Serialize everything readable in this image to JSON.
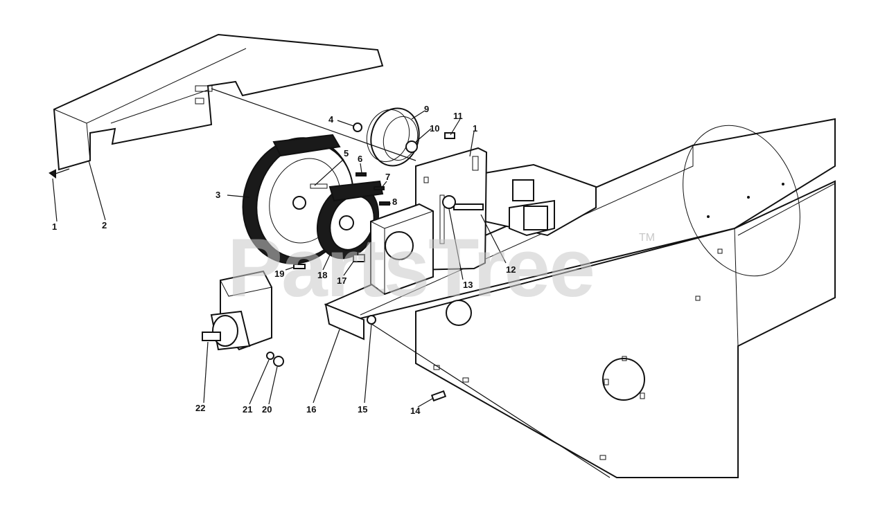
{
  "watermark": {
    "text": "PartsTree",
    "mark": "TM"
  },
  "callouts": [
    {
      "id": "c1a",
      "label": "1"
    },
    {
      "id": "c2",
      "label": "2"
    },
    {
      "id": "c3",
      "label": "3"
    },
    {
      "id": "c4",
      "label": "4"
    },
    {
      "id": "c5",
      "label": "5"
    },
    {
      "id": "c6",
      "label": "6"
    },
    {
      "id": "c7",
      "label": "7"
    },
    {
      "id": "c8",
      "label": "8"
    },
    {
      "id": "c9",
      "label": "9"
    },
    {
      "id": "c10",
      "label": "10"
    },
    {
      "id": "c11",
      "label": "11"
    },
    {
      "id": "c1b",
      "label": "1"
    },
    {
      "id": "c12",
      "label": "12"
    },
    {
      "id": "c13",
      "label": "13"
    },
    {
      "id": "c14",
      "label": "14"
    },
    {
      "id": "c15",
      "label": "15"
    },
    {
      "id": "c16",
      "label": "16"
    },
    {
      "id": "c17",
      "label": "17"
    },
    {
      "id": "c18",
      "label": "18"
    },
    {
      "id": "c19",
      "label": "19"
    },
    {
      "id": "c20",
      "label": "20"
    },
    {
      "id": "c21",
      "label": "21"
    },
    {
      "id": "c22",
      "label": "22"
    }
  ]
}
